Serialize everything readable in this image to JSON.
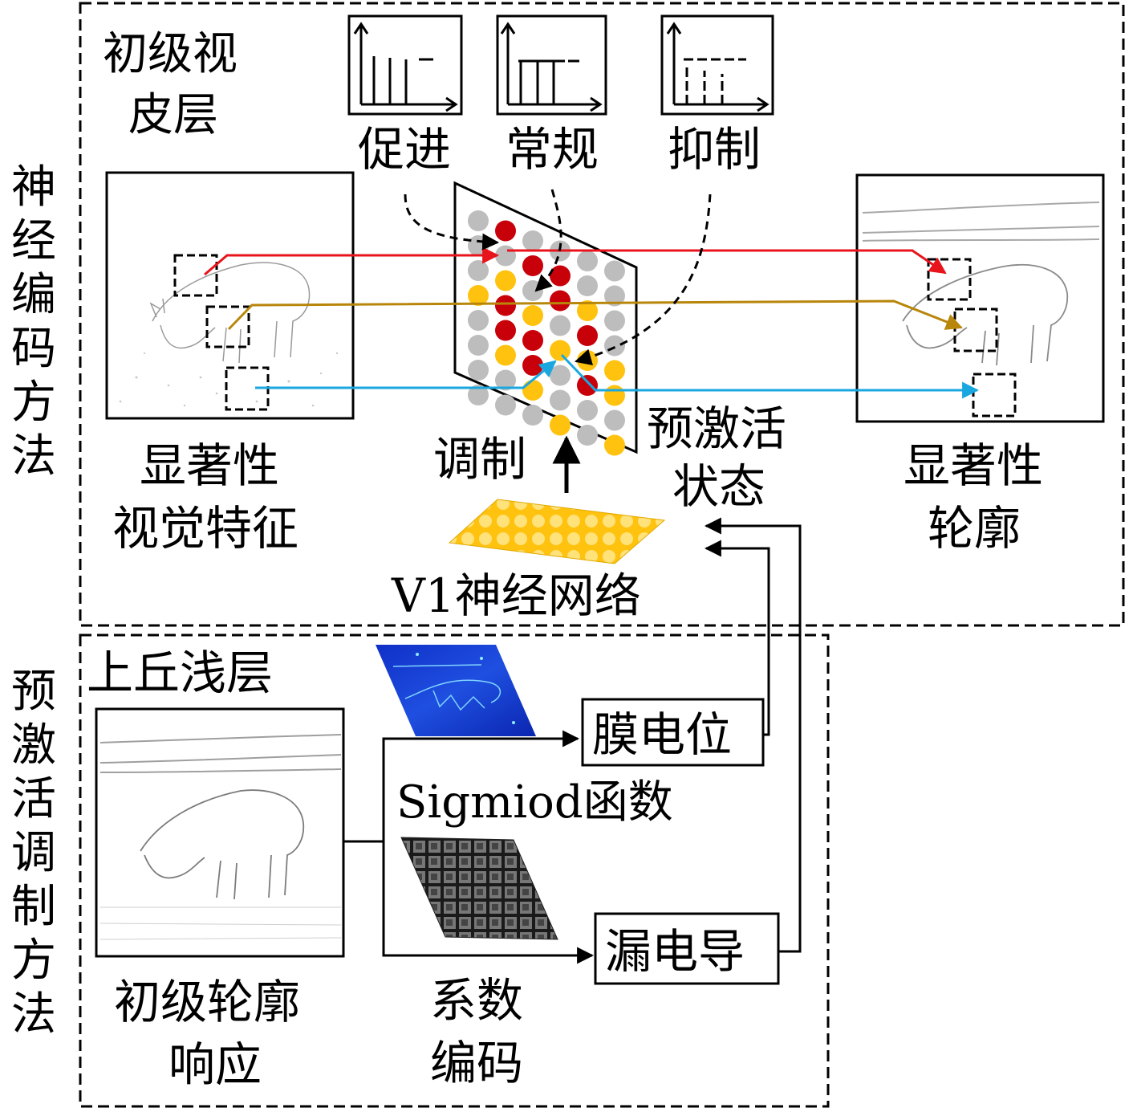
{
  "side_labels": {
    "neural_coding": "神经编码方法",
    "preactivation_modulation": "预激活调制方法"
  },
  "cortex": {
    "title_line1": "初级视",
    "title_line2": "皮层",
    "modes": [
      "促进",
      "常规",
      "抑制"
    ],
    "input_caption_line1": "显著性",
    "input_caption_line2": "视觉特征",
    "output_caption_line1": "显著性",
    "output_caption_line2": "轮廓",
    "modulation_label": "调制",
    "preactivation_line1": "预激活",
    "preactivation_line2": "状态",
    "v1_network": "V1神经网络"
  },
  "colliculus": {
    "title": "上丘浅层",
    "input_caption_line1": "初级轮廓",
    "input_caption_line2": "响应",
    "membrane_potential": "膜电位",
    "sigmoid": "Sigmiod函数",
    "leak_conductance": "漏电导",
    "coef_line1": "系数",
    "coef_line2": "编码"
  },
  "colors": {
    "red": "#e8141c",
    "gold": "#b8860b",
    "blue": "#1aa7e0",
    "node_red": "#c8000a",
    "node_yellow": "#ffc20e",
    "node_gray": "#bdbdbd"
  }
}
